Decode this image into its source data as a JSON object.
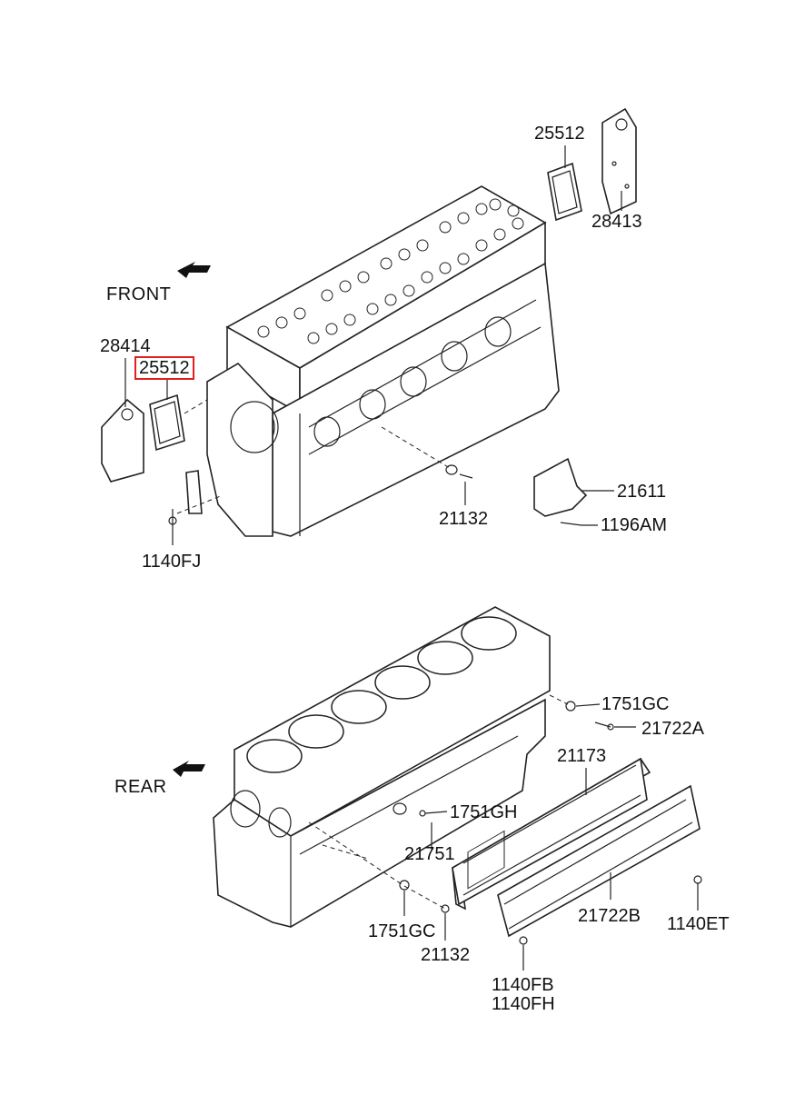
{
  "diagram": {
    "top_section": {
      "direction_label": "FRONT",
      "labels": {
        "l25512_top": "25512",
        "l28413": "28413",
        "l28414": "28414",
        "l25512_highlighted": "25512",
        "l21611": "21611",
        "l1196AM": "1196AM",
        "l21132_top": "21132",
        "l1140FJ": "1140FJ"
      }
    },
    "bottom_section": {
      "direction_label": "REAR",
      "labels": {
        "l1751GC_right": "1751GC",
        "l21722A": "21722A",
        "l21173": "21173",
        "l1751GH": "1751GH",
        "l21751": "21751",
        "l1751GC_bottom": "1751GC",
        "l21132_bottom": "21132",
        "l21722B": "21722B",
        "l1140ET": "1140ET",
        "l1140FB": "1140FB",
        "l1140FH": "1140FH"
      }
    },
    "highlight_color": "#e0201c"
  }
}
